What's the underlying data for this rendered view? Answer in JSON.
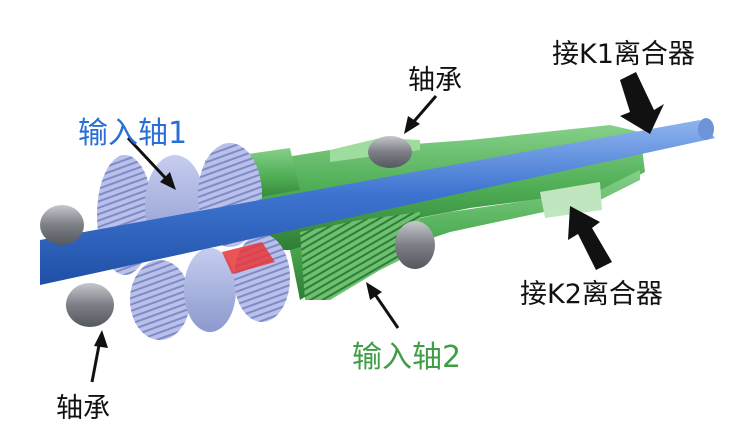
{
  "labels": {
    "input_shaft_1": "输入轴1",
    "input_shaft_2": "输入轴2",
    "bearing_top": "轴承",
    "bearing_bottom": "轴承",
    "clutch_k1": "接K1离合器",
    "clutch_k2": "接K2离合器"
  },
  "colors": {
    "shaft_1": "#2f67c9",
    "shaft_2": "#3c9a43",
    "label_blue": "#2a6fd6",
    "label_green": "#3f9e45",
    "label_black": "#111111",
    "gear_blue": "#a9b4e0",
    "bearing": "#8c8f96",
    "highlight": "#e8363a"
  }
}
